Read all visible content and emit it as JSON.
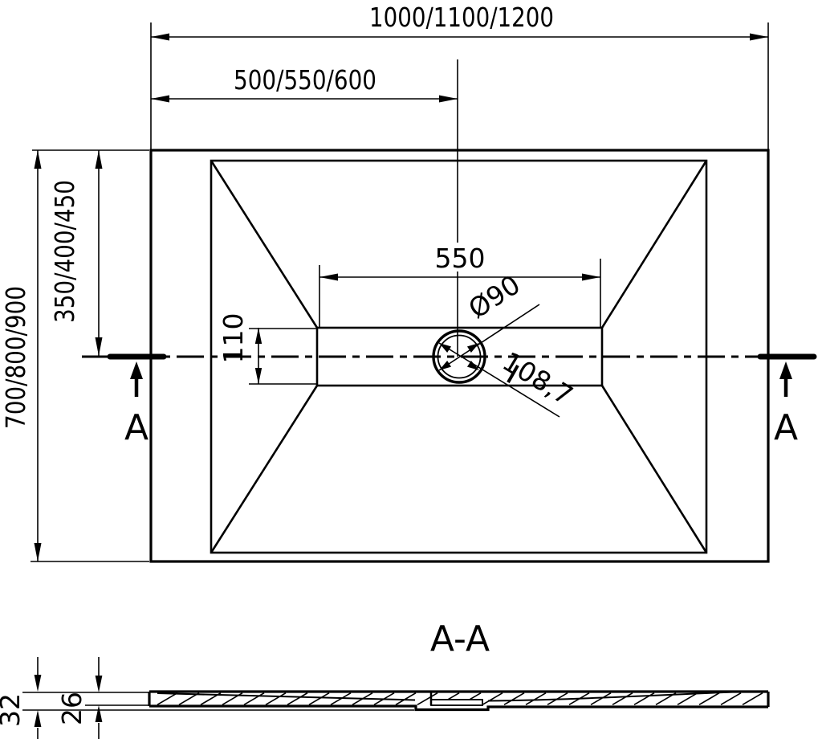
{
  "drawing": {
    "background_color": "#ffffff",
    "line_color": "#000000",
    "plan_view": {
      "overall_width": "1000/1100/1200",
      "center_width": "500/550/600",
      "overall_depth": "700/800/900",
      "center_depth": "350/400/450",
      "base_width": "550",
      "base_depth": "110",
      "drain_diameter": "Ø90",
      "drain_dimension": "108,7",
      "section_marker_left": "A",
      "section_marker_right": "A"
    },
    "section_view": {
      "title": "A-A",
      "total_height": "32",
      "edge_height": "26"
    }
  }
}
